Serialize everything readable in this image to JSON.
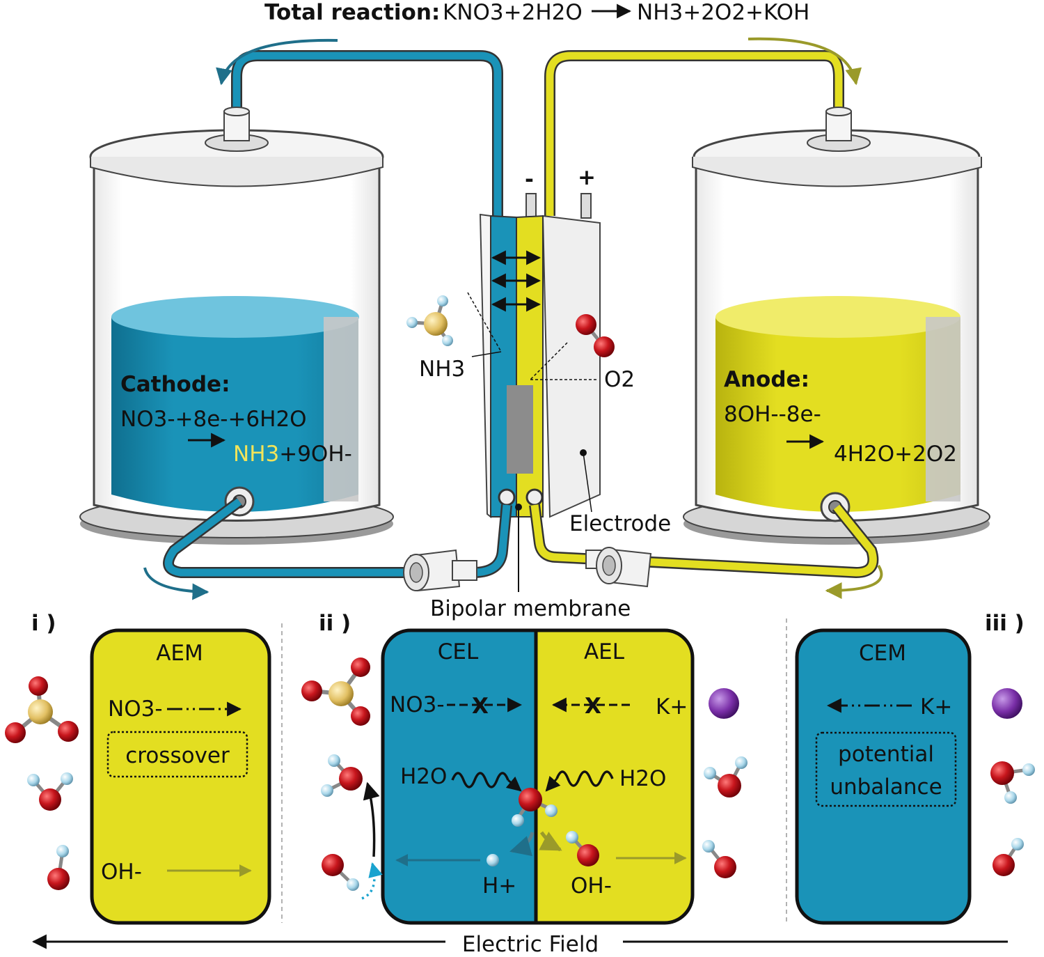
{
  "header": {
    "total_reaction_label": "Total reaction:",
    "total_reaction_lhs": "KNO3+2H2O",
    "total_reaction_rhs": "NH3+2O2+KOH"
  },
  "cathode": {
    "title": "Cathode:",
    "reaction_line1": "NO3-+8e-+6H2O",
    "product_nh3": "NH3",
    "product_rest": "+9OH-"
  },
  "anode": {
    "title": "Anode:",
    "reaction_line1": "8OH--8e-",
    "reaction_line2": "4H2O+2O2"
  },
  "cell": {
    "minus_label": "-",
    "plus_label": "+",
    "nh3_label": "NH3",
    "o2_label": "O2",
    "electrode_label": "Electrode",
    "bipolar_membrane_label": "Bipolar membrane"
  },
  "panel_i": {
    "roman": "i )",
    "membrane": "AEM",
    "ion1": "NO3-",
    "box_text": "crossover",
    "ion2": "OH-"
  },
  "panel_ii": {
    "roman": "ii )",
    "left_layer": "CEL",
    "right_layer": "AEL",
    "ion_left": "NO3-",
    "ion_right": "K+",
    "water_left": "H2O",
    "water_right": "H2O",
    "proton": "H+",
    "hydroxide": "OH-"
  },
  "panel_iii": {
    "roman": "iii )",
    "membrane": "CEM",
    "ion": "K+",
    "box_line1": "potential",
    "box_line2": "unbalance"
  },
  "footer": {
    "field_label": "Electric Field"
  },
  "colors": {
    "cathode_blue": "#1a93b8",
    "anode_yellow": "#e3de21",
    "oxygen_red": "#c8161d",
    "nitrogen_gold": "#e2c063",
    "potassium_purple": "#7a2fa8",
    "hydrogen_blue": "#a9d7ea"
  }
}
